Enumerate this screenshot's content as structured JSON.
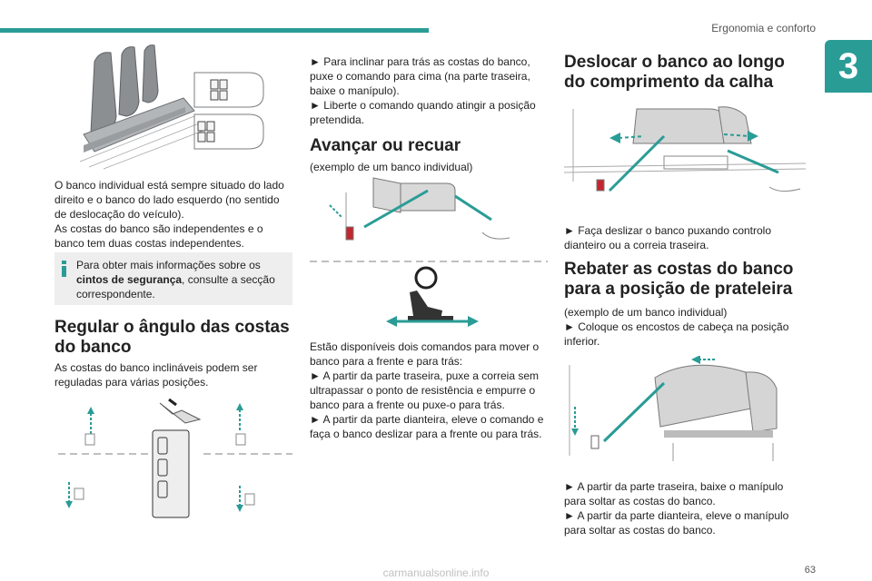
{
  "header": {
    "running_head": "Ergonomia e conforto",
    "chapter_number": "3"
  },
  "col1": {
    "p1": "O banco individual está sempre situado do lado direito e o banco do lado esquerdo (no sentido de deslocação do veículo).",
    "p2": "As costas do banco são independentes e o banco tem duas costas independentes.",
    "info_pre": "Para obter mais informações sobre os ",
    "info_bold": "cintos de segurança",
    "info_post": ", consulte a secção correspondente.",
    "h_angle": "Regular o ângulo das costas do banco",
    "p_angle": "As costas do banco inclináveis podem ser reguladas para várias posições."
  },
  "col2": {
    "p1": "► Para inclinar para trás as costas do banco, puxe o comando para cima (na parte traseira, baixe o manípulo).",
    "p2": "► Liberte o comando quando atingir a posição pretendida.",
    "h_slide": "Avançar ou recuar",
    "sub": "(exemplo de um banco individual)",
    "p3": "Estão disponíveis dois comandos para mover o banco para a frente e para trás:",
    "p4": "► A partir da parte traseira, puxe a correia sem ultrapassar o ponto de resistência e empurre o banco para a frente ou puxe-o para trás.",
    "p5": "► A partir da parte dianteira, eleve o comando e faça o banco deslizar para a frente ou para trás."
  },
  "col3": {
    "h_rail": "Deslocar o banco ao longo do comprimento da calha",
    "p1": "► Faça deslizar o banco puxando controlo dianteiro ou a correia traseira.",
    "h_fold": "Rebater as costas do banco para a posição de prateleira",
    "sub": "(exemplo de um banco individual)",
    "p2": "► Coloque os encostos de cabeça na posição inferior.",
    "p3": "► A partir da parte traseira, baixe o manípulo para soltar as costas do banco.",
    "p4": "► A partir da parte dianteira, eleve o manípulo para soltar as costas do banco."
  },
  "footer": {
    "page_number": "63",
    "watermark": "carmanualsonline.info"
  },
  "colors": {
    "accent": "#2a9c96",
    "arrow": "#2a9c96",
    "handle": "#c0282d"
  }
}
